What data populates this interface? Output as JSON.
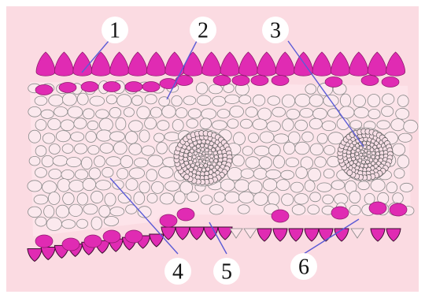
{
  "labels": [
    "1",
    "2",
    "3",
    "4",
    "5",
    "6"
  ],
  "colors": {
    "background": "#fbdbe2",
    "frame": "#ffffff",
    "upper_epidermis": "#e02bb3",
    "lower_epidermis": "#e02bb3",
    "cell_outline": "#8a8a8a",
    "leader_line": "#5b5bd6",
    "label_circle": "#ffffff"
  }
}
